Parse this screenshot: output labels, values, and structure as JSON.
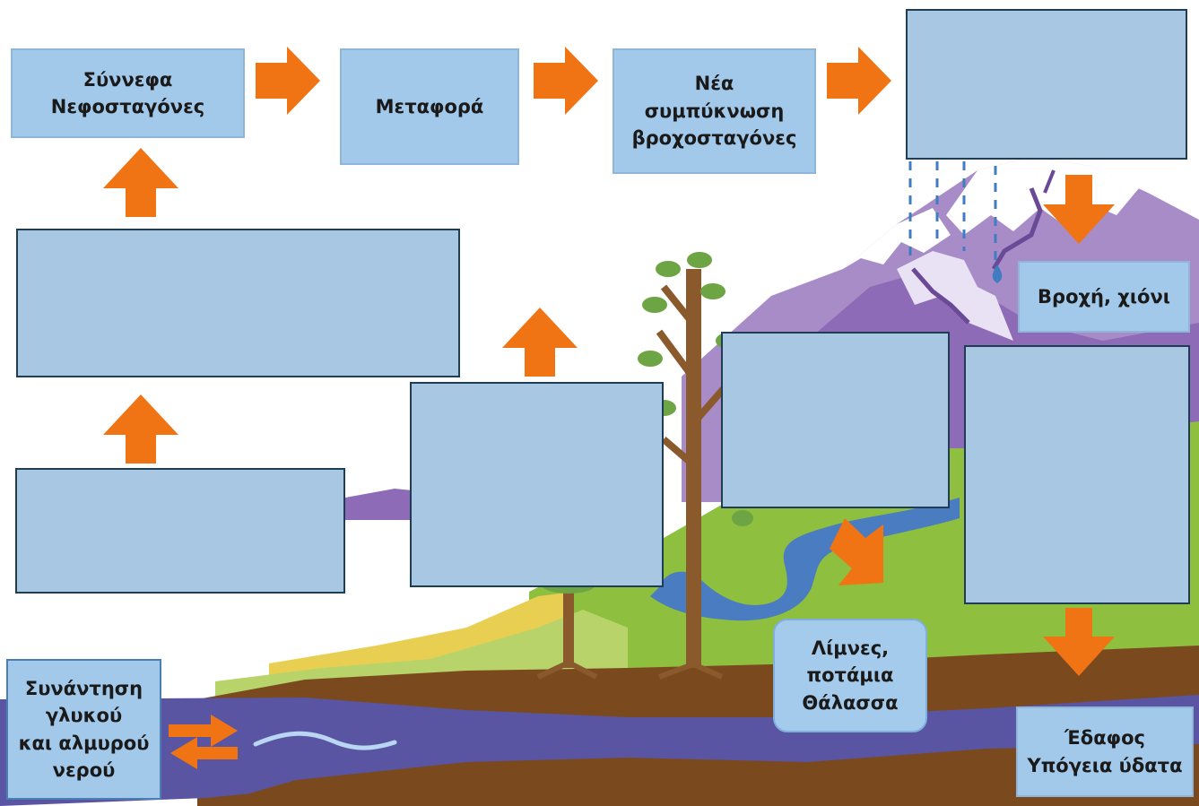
{
  "diagram": {
    "boxes": {
      "clouds": "Σύννεφα\nΝεφοσταγόνες",
      "transport": "Μεταφορά",
      "new_condensation": "Νέα\nσυμπύκνωση\nβροχοσταγόνες",
      "precipitation": "Βροχή, χιόνι",
      "lakes_rivers": "Λίμνες,\nποτάμια\nΘάλασσα",
      "soil": "Έδαφος\nΥπόγεια ύδατα",
      "meeting_waters": "Συνάντηση\nγλυκού\nκαι αλμυρού\nνερού"
    },
    "blank_count": 6,
    "colors": {
      "arrow": "#f07314",
      "box_fill": "#a7c7e2",
      "sea": "#5a55a3",
      "soil": "#7a4a1e",
      "grass": "#8fbf3f",
      "river": "#4a7cc1",
      "mountain": "#a88cc8",
      "snow": "#ffffff"
    }
  }
}
